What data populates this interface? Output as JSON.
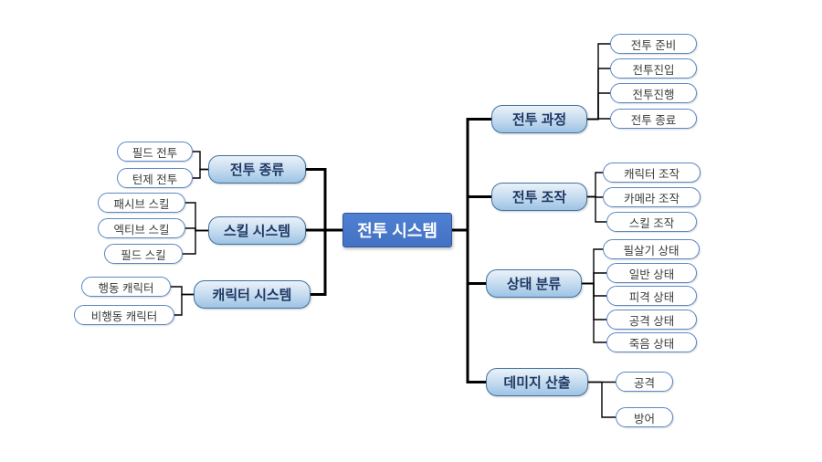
{
  "root": {
    "label": "전투 시스템"
  },
  "left_branches": [
    {
      "label": "전투 종류",
      "children": [
        "필드 전투",
        "턴제 전투"
      ]
    },
    {
      "label": "스킬 시스템",
      "children": [
        "패시브 스킬",
        "엑티브 스킬",
        "필드 스킬"
      ]
    },
    {
      "label": "캐릭터 시스템",
      "children": [
        "행동 캐릭터",
        "비행동 캐릭터"
      ]
    }
  ],
  "right_branches": [
    {
      "label": "전투 과정",
      "children": [
        "전투 준비",
        "전투진입",
        "전투진행",
        "전투 종료"
      ]
    },
    {
      "label": "전투 조작",
      "children": [
        "캐릭터 조작",
        "카메라 조작",
        "스킬 조작"
      ]
    },
    {
      "label": "상태 분류",
      "children": [
        "필살기 상태",
        "일반 상태",
        "피격 상태",
        "공격 상태",
        "죽음 상태"
      ]
    },
    {
      "label": "데미지 산출",
      "children": [
        "공격",
        "방어"
      ]
    }
  ],
  "colors": {
    "root_fill": "#4472C4",
    "root_text": "#FFFFFF",
    "branch_fill_top": "#EAF2FA",
    "branch_fill_bottom": "#9DC3E6",
    "branch_border": "#41719C",
    "branch_text": "#1F3864",
    "leaf_fill": "#FFFFFF",
    "leaf_border": "#5B87C5",
    "leaf_text": "#3B3B3B",
    "connector": "#000000",
    "background": "#FFFFFF"
  }
}
